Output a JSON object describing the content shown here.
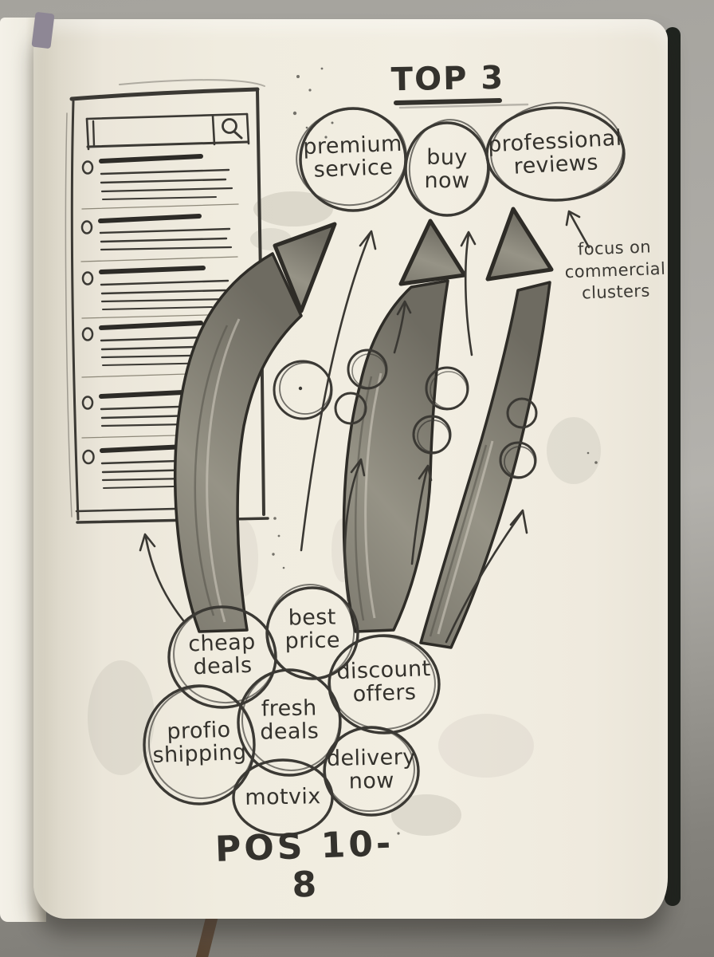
{
  "colors": {
    "pencil": "#3a3833",
    "pencil_dark": "#2d2b27",
    "paper": "#f0ecdf",
    "wall": "#adaba6",
    "arrow_shading": "#8d8a7e"
  },
  "sketch": {
    "title": "TOP 3",
    "top_bubbles": [
      {
        "label": "premium service"
      },
      {
        "label": "buy now"
      },
      {
        "label": "professional reviews"
      }
    ],
    "annotation": {
      "lines": [
        "focus on",
        "commercial",
        "clusters"
      ]
    },
    "cluster_bubbles": [
      {
        "label": "cheap deals"
      },
      {
        "label": "best price"
      },
      {
        "label": "discount offers"
      },
      {
        "label": "fresh deals"
      },
      {
        "label": "profio shipping"
      },
      {
        "label": "delivery now"
      },
      {
        "label": "motvix"
      }
    ],
    "position_label": "POS 10-8",
    "wireframe": {
      "type": "search results page",
      "result_rows": 6,
      "search_icon": "magnifier"
    }
  }
}
